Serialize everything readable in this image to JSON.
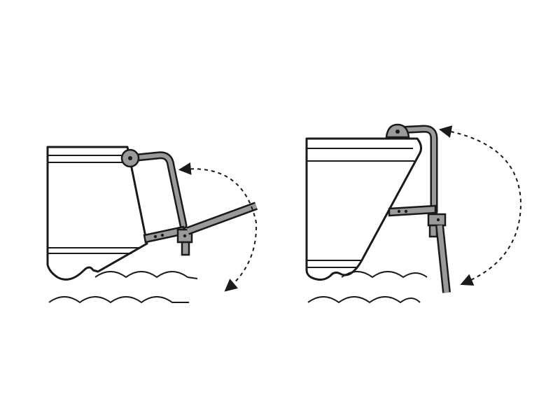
{
  "diagram": {
    "panels": [
      {
        "state": "ladder-deployed",
        "ladder_direction": "down"
      },
      {
        "state": "ladder-stowed",
        "ladder_direction": "up"
      }
    ],
    "colors": {
      "outline": "#1a1a1a",
      "ladder_fill": "#9a9a9a",
      "hull_fill": "#ffffff",
      "background": "#ffffff"
    },
    "icons": [
      "swim-ladder-icon",
      "fold-arrow-icon",
      "water-wave-icon"
    ]
  }
}
